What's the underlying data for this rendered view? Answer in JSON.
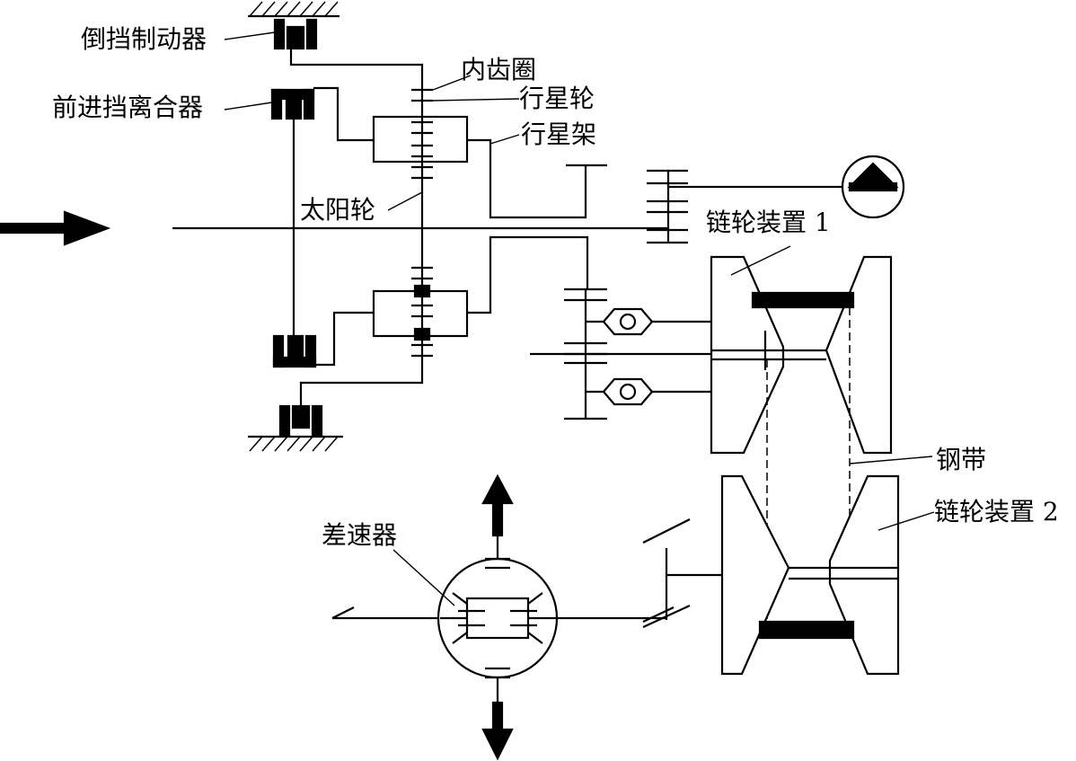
{
  "labels": {
    "reverse_brake": "倒挡制动器",
    "forward_clutch": "前进挡离合器",
    "ring_gear": "内齿圈",
    "planet_gear": "行星轮",
    "planet_carrier": "行星架",
    "sun_gear": "太阳轮",
    "pulley_1": "链轮装置 1",
    "steel_belt": "钢带",
    "pulley_2": "链轮装置 2",
    "differential": "差速器"
  },
  "colors": {
    "line": "#000000",
    "background": "#ffffff"
  },
  "icons": {
    "input_arrow": "arrow-right-icon",
    "oil_pump": "pump-icon",
    "output_up": "arrow-up-icon",
    "output_down": "arrow-down-icon"
  }
}
